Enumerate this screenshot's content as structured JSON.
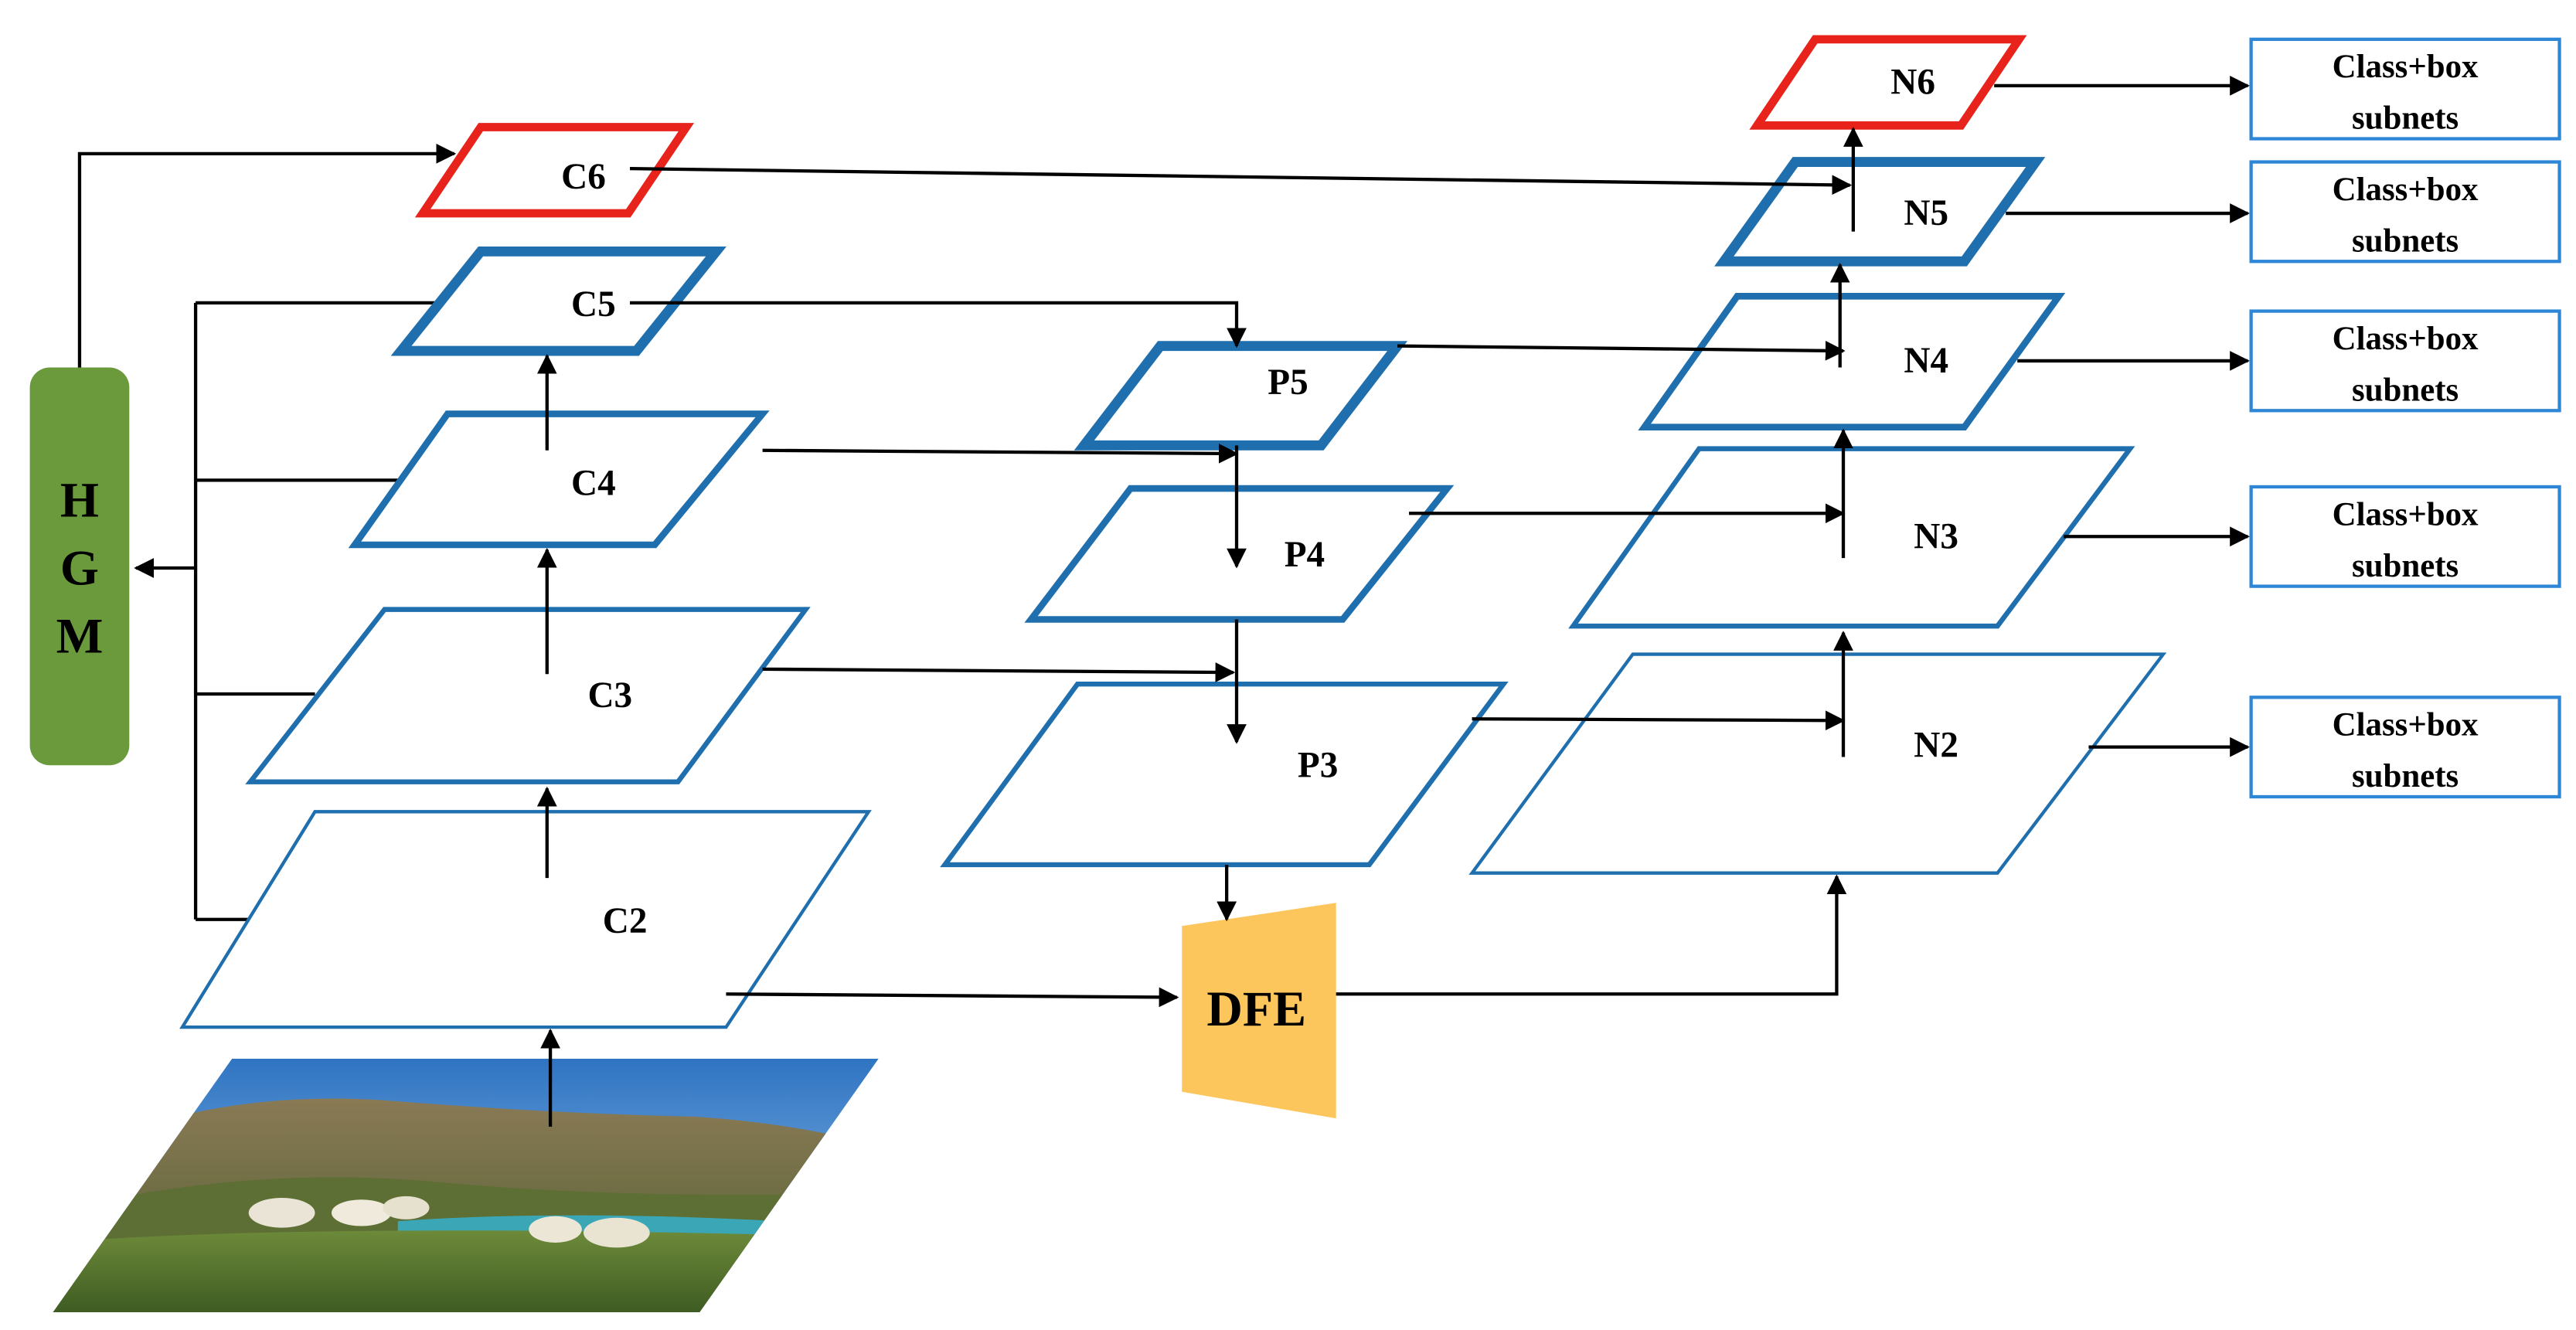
{
  "hgm": {
    "letters": [
      "H",
      "G",
      "M"
    ],
    "color": "#6a9a3c"
  },
  "backbone": {
    "c2": "C2",
    "c3": "C3",
    "c4": "C4",
    "c5": "C5",
    "c6": "C6"
  },
  "fpn": {
    "p3": "P3",
    "p4": "P4",
    "p5": "P5"
  },
  "pan": {
    "n2": "N2",
    "n3": "N3",
    "n4": "N4",
    "n5": "N5",
    "n6": "N6"
  },
  "dfe": {
    "label": "DFE",
    "color": "#fcc65c"
  },
  "heads": [
    {
      "line1": "Class+box",
      "line2": "subnets"
    },
    {
      "line1": "Class+box",
      "line2": "subnets"
    },
    {
      "line1": "Class+box",
      "line2": "subnets"
    },
    {
      "line1": "Class+box",
      "line2": "subnets"
    },
    {
      "line1": "Class+box",
      "line2": "subnets"
    }
  ],
  "colors": {
    "blue": "#1f6fae",
    "red": "#e8231c",
    "head_border": "#2e86d6"
  },
  "input_image": {
    "icon": "landscape-sheep-photo"
  }
}
